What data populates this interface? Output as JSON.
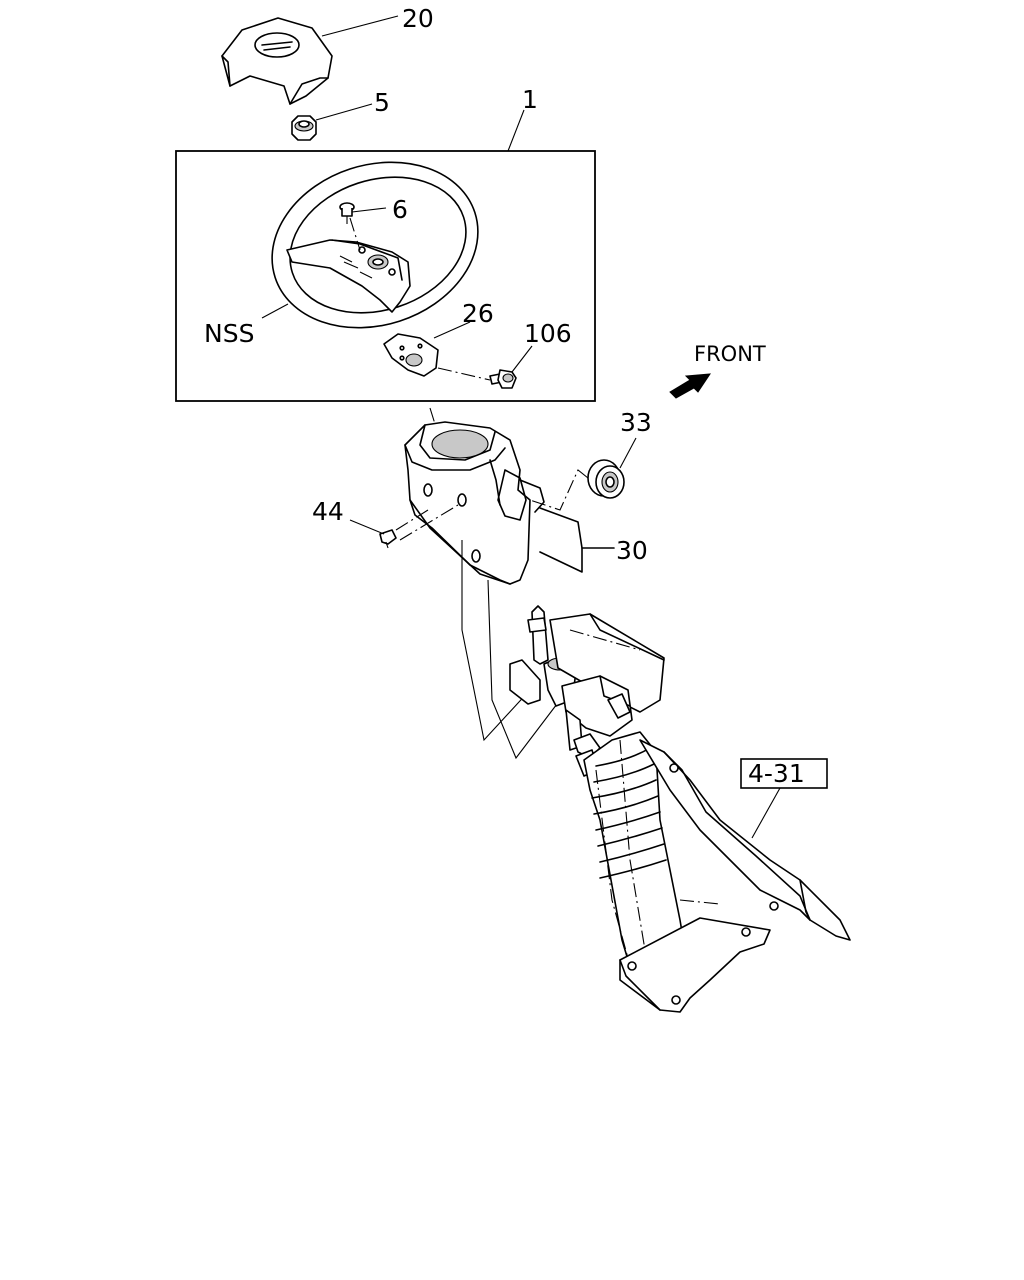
{
  "callouts": {
    "c20": "20",
    "c5": "5",
    "c1": "1",
    "c6": "6",
    "nss": "NSS",
    "c26": "26",
    "c106": "106",
    "front": "FRONT",
    "c33": "33",
    "c44": "44",
    "c30": "30",
    "ref": "4-31"
  }
}
